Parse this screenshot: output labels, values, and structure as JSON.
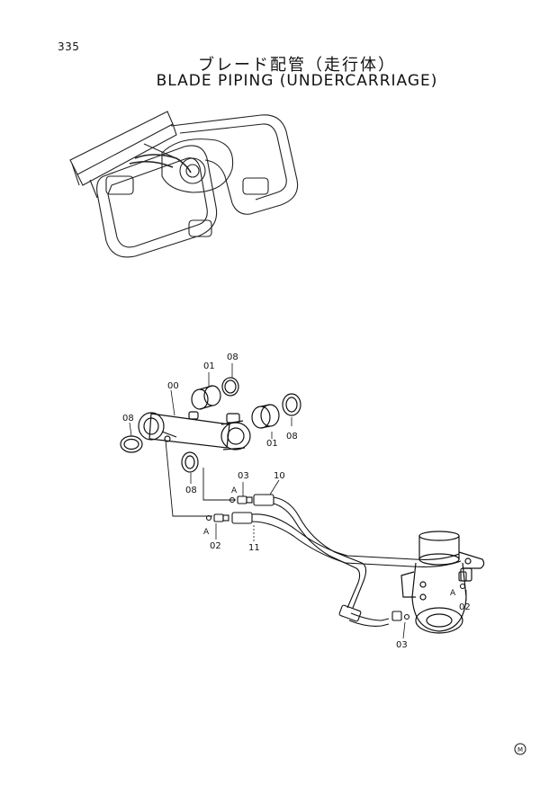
{
  "page_number": "335",
  "title_jp": "ブレード配管（走行体）",
  "title_en": "BLADE PIPING (UNDERCARRIAGE)",
  "part_labels": {
    "cylinder": "00",
    "bushing_top": "01",
    "seal_top": "08",
    "seal_left": "08",
    "bushing_right": "01",
    "seal_right": "08",
    "seal_bottom": "08",
    "elbow_upper": "03",
    "hose_upper": "10",
    "elbow_lower": "02",
    "hose_lower": "11",
    "elbow_joint_right": "02",
    "elbow_joint_bottom": "03"
  },
  "detail_markers": {
    "upper": "A",
    "lower": "A",
    "joint": "A"
  },
  "corner_mark": "M"
}
